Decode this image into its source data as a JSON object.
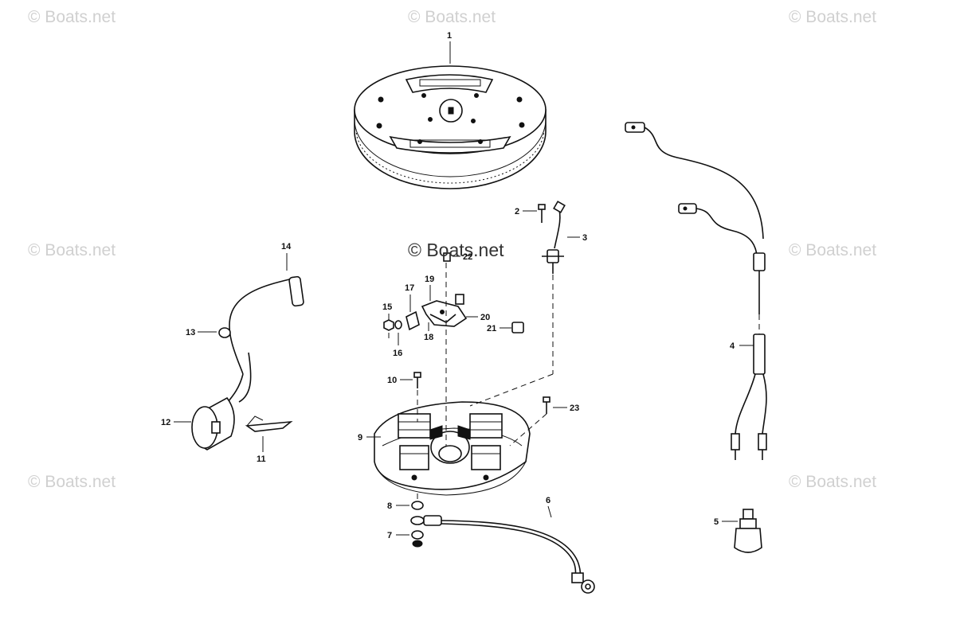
{
  "watermarks": {
    "text": "© Boats.net",
    "center_text": "© Boats.net"
  },
  "callouts": [
    "1",
    "2",
    "3",
    "4",
    "5",
    "6",
    "7",
    "8",
    "9",
    "10",
    "11",
    "12",
    "13",
    "14",
    "15",
    "16",
    "17",
    "18",
    "19",
    "20",
    "21",
    "22",
    "23"
  ],
  "colors": {
    "line": "#111111",
    "watermark": "#d0d0d0",
    "background": "#ffffff"
  }
}
